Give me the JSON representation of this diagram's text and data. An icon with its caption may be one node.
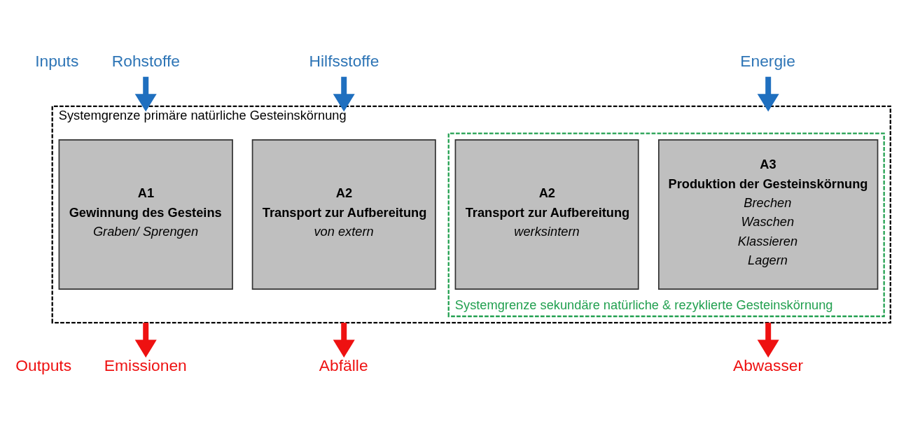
{
  "diagram": {
    "nodes": [
      {
        "text": [
          "Systemgrenze primäre natürliche Gesteinskörnung"
        ]
      },
      {
        "text": [
          "A1",
          "Gewinnung des Gesteins",
          "Graben/ Sprengen"
        ],
        "in": 0
      },
      {
        "text": [
          "A2",
          "Transport zur Aufbereitung",
          "von extern"
        ],
        "in": 0
      },
      {
        "text": [
          "Systemgrenze sekundäre natürliche & rezyklierte Gesteinskörnung"
        ],
        "in": 0
      },
      {
        "text": [
          "A2",
          "Transport zur Aufbereitung",
          "werksintern"
        ],
        "in": 3
      },
      {
        "text": [
          "A3",
          "Produktion der Gesteinskörnung",
          "Brechen",
          "Waschen",
          "Klassieren",
          "Lagern"
        ],
        "in": 3
      },
      {
        "text": [
          "Rohstoffe"
        ]
      },
      {
        "text": [
          "Hilfsstoffe"
        ]
      },
      {
        "text": [
          "Energie"
        ]
      },
      {
        "text": [
          "Emissionen"
        ]
      },
      {
        "text": [
          "Abfälle"
        ]
      },
      {
        "text": [
          "Abwasser"
        ]
      }
    ],
    "edges": [
      {
        "from": 6,
        "to": 0,
        "arrow": "to",
        "color": "#1f6fbf"
      },
      {
        "from": 7,
        "to": 0,
        "arrow": "to",
        "color": "#1f6fbf"
      },
      {
        "from": 8,
        "to": 0,
        "arrow": "to",
        "color": "#1f6fbf"
      },
      {
        "from": 0,
        "to": 9,
        "arrow": "to",
        "color": "#ee1111"
      },
      {
        "from": 0,
        "to": 10,
        "arrow": "to",
        "color": "#ee1111"
      },
      {
        "from": 0,
        "to": 11,
        "arrow": "to",
        "color": "#ee1111"
      }
    ],
    "labels": [
      "Inputs",
      "Outputs"
    ]
  }
}
